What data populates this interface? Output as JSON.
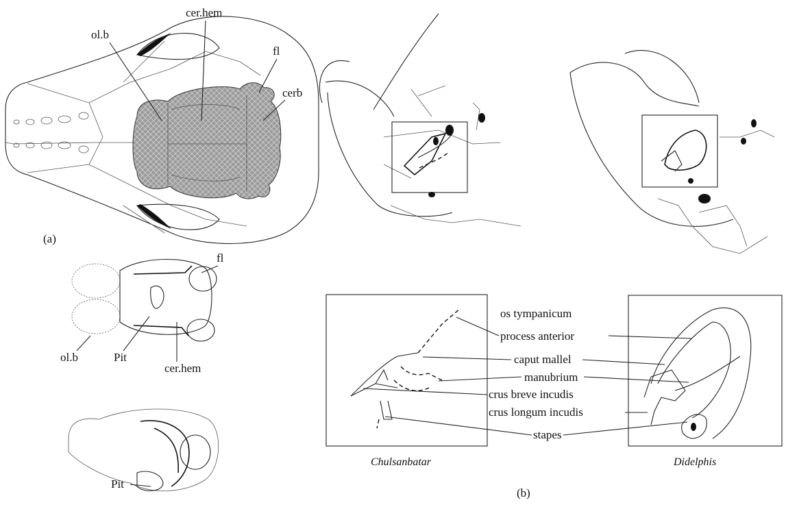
{
  "panel_a": {
    "label": "(a)",
    "skull_labels": {
      "olfactory_bulb": "ol.b",
      "cerebral_hemisphere": "cer.hem",
      "flocculus": "fl",
      "cerebellum": "cerb"
    },
    "brain_dorsal_labels": {
      "flocculus": "fl",
      "olfactory_bulb": "ol.b",
      "pituitary": "Pit",
      "cerebral_hemisphere": "cer.hem"
    },
    "brain_lateral_labels": {
      "pituitary": "Pit"
    }
  },
  "panel_b": {
    "label": "(b)",
    "structures": [
      "os tympanicum",
      "process anterior",
      "caput mallel",
      "manubrium",
      "crus breve incudis",
      "crus longum incudis",
      "stapes"
    ],
    "taxa": {
      "left": "Chulsanbatar",
      "right": "Didelphis"
    }
  },
  "colors": {
    "ink": "#111111",
    "brain_fill": "#9a9a9a",
    "brain_texture": "#cfcfcf"
  }
}
